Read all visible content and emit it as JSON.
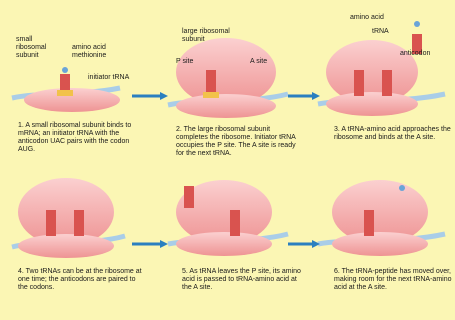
{
  "background_color": "#fbf6b4",
  "colors": {
    "ribosome": "#f4a6a6",
    "mrna": "#a9cde8",
    "trna": "#d9534f",
    "anticodon": "#f2c24a",
    "arrow": "#2a7fc0"
  },
  "labels": {
    "small_subunit": "small\nribosomal\nsubunit",
    "amino_acid_methionine": "amino acid\nmethionine",
    "initiator_trna": "initiator tRNA",
    "large_subunit": "large ribosomal\nsubunit",
    "p_site": "P site",
    "a_site": "A site",
    "amino_acid": "amino acid",
    "trna": "tRNA",
    "anticodon": "anticodon"
  },
  "steps": [
    {
      "caption": "1. A small ribosomal subunit binds to mRNA; an initiator tRNA with the anticodon UAC pairs with the codon AUG."
    },
    {
      "caption": "2. The large ribosomal subunit completes the ribosome. Initiator tRNA occupies the P site. The A site is ready for the next tRNA."
    },
    {
      "caption": "3. A tRNA-amino acid approaches the ribosome and binds at the A site."
    },
    {
      "caption": "4. Two tRNAs can be at the ribosome at one time; the anticodons are paired to the codons."
    },
    {
      "caption": "5. As tRNA leaves the P site, its amino acid is passed to tRNA-amino acid at the A site."
    },
    {
      "caption": "6. The tRNA-peptide has moved over, making room for the next tRNA-amino acid at the A site."
    }
  ]
}
